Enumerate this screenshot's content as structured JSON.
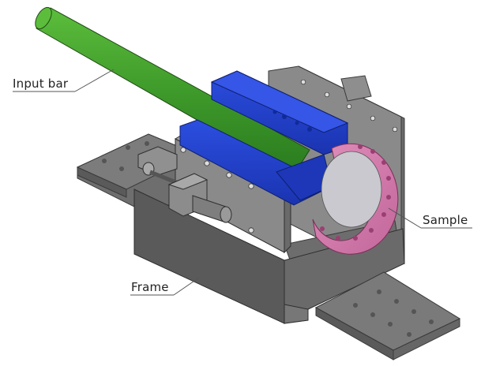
{
  "diagram": {
    "type": "3D CAD assembly illustration",
    "labels": {
      "input_bar": "Input bar",
      "sample": "Sample",
      "frame": "Frame"
    },
    "colors": {
      "input_bar": "#3f9e2c",
      "clamp": "#1f3fd0",
      "sample": "#d27aa8",
      "frame": "#6f6f6f",
      "frame_dark": "#4f4f4f",
      "plate": "#7a7a7a",
      "leader": "#555555"
    }
  }
}
